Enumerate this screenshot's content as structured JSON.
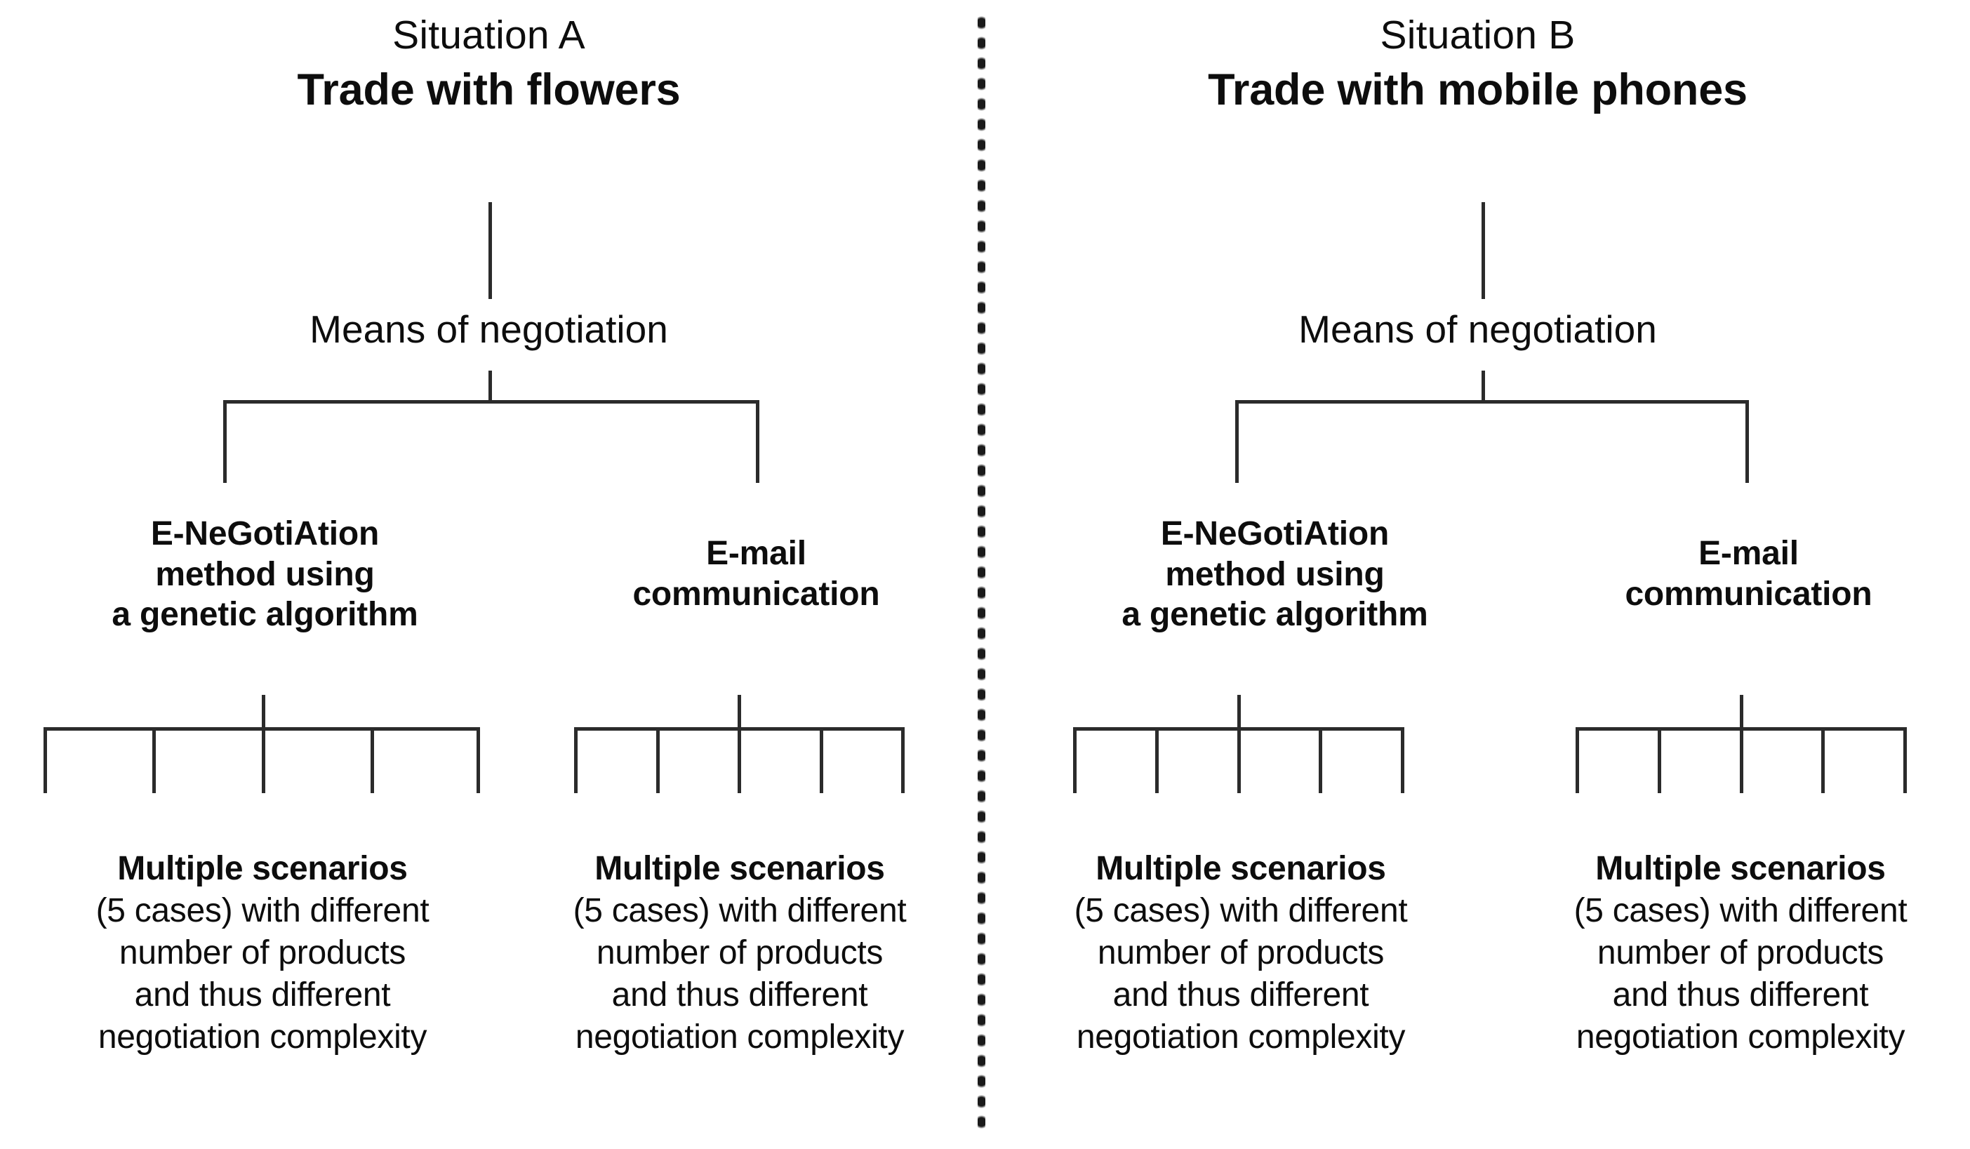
{
  "figure": {
    "divider": {
      "style": "vertical-dotted-line",
      "color": "#1a1a1a"
    },
    "line_color": "#2b2b2b",
    "background": "#ffffff"
  },
  "panels": [
    {
      "id": "situation-a",
      "situation_label": "Situation A",
      "title": "Trade with flowers",
      "level2": {
        "label": "Means of negotiation"
      },
      "methods": [
        {
          "id": "e-negotiation",
          "lines": [
            "E-NeGotiAtion",
            "method using",
            "a genetic algorithm"
          ],
          "scenarios": {
            "lead": "Multiple scenarios",
            "body_lines": [
              "(5 cases) with different",
              "number of products",
              "and thus different",
              "negotiation complexity"
            ],
            "case_count": 5,
            "prong_count": 5
          }
        },
        {
          "id": "email",
          "lines": [
            "E-mail",
            "communication"
          ],
          "scenarios": {
            "lead": "Multiple scenarios",
            "body_lines": [
              "(5 cases) with different",
              "number of products",
              "and thus different",
              "negotiation complexity"
            ],
            "case_count": 5,
            "prong_count": 5
          }
        }
      ]
    },
    {
      "id": "situation-b",
      "situation_label": "Situation B",
      "title": "Trade with mobile phones",
      "level2": {
        "label": "Means of negotiation"
      },
      "methods": [
        {
          "id": "e-negotiation",
          "lines": [
            "E-NeGotiAtion",
            "method using",
            "a genetic algorithm"
          ],
          "scenarios": {
            "lead": "Multiple scenarios",
            "body_lines": [
              "(5 cases) with different",
              "number of products",
              "and thus different",
              "negotiation complexity"
            ],
            "case_count": 5,
            "prong_count": 5
          }
        },
        {
          "id": "email",
          "lines": [
            "E-mail",
            "communication"
          ],
          "scenarios": {
            "lead": "Multiple scenarios",
            "body_lines": [
              "(5 cases) with different",
              "number of products",
              "and thus different",
              "negotiation complexity"
            ],
            "case_count": 5,
            "prong_count": 5
          }
        }
      ]
    }
  ]
}
